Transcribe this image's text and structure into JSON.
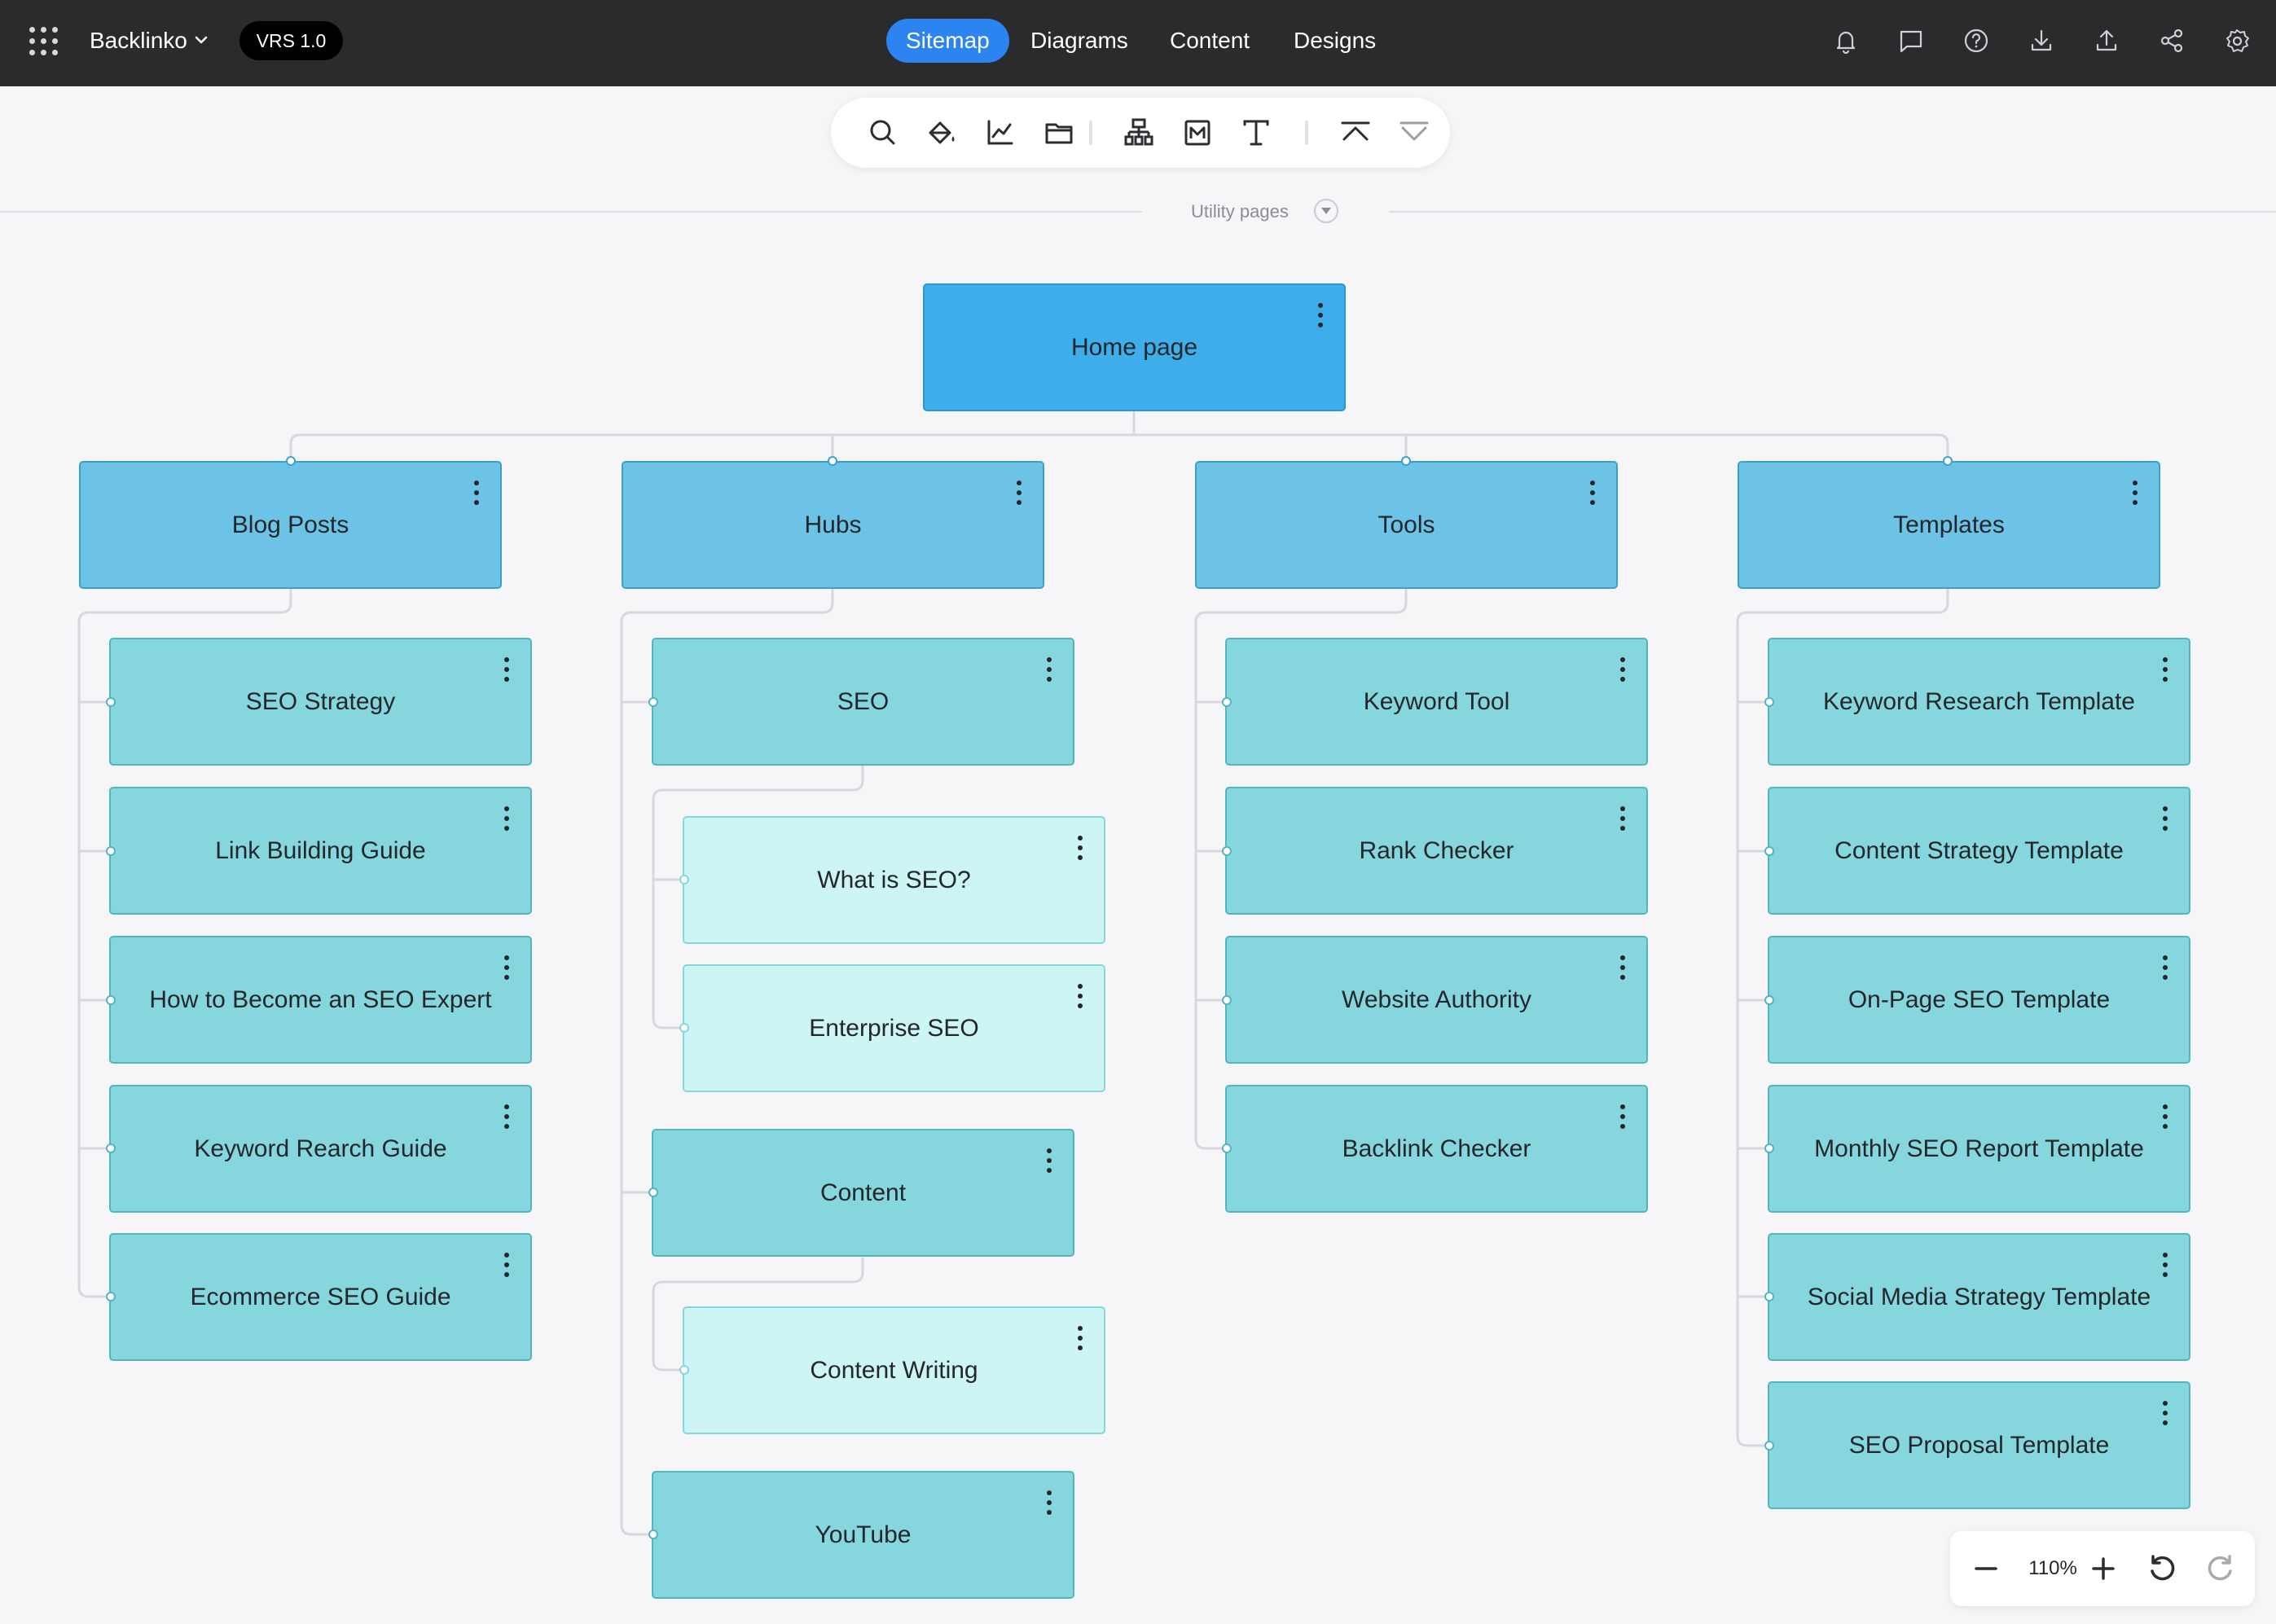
{
  "header": {
    "project_name": "Backlinko",
    "version_badge": "VRS 1.0",
    "tabs": [
      {
        "label": "Sitemap",
        "active": true
      },
      {
        "label": "Diagrams",
        "active": false
      },
      {
        "label": "Content",
        "active": false
      },
      {
        "label": "Designs",
        "active": false
      }
    ],
    "icons": [
      "bell-icon",
      "comment-icon",
      "help-icon",
      "download-icon",
      "upload-icon",
      "share-icon",
      "settings-icon"
    ]
  },
  "toolbar": {
    "tools": [
      "search-icon",
      "paint-bucket-icon",
      "chart-icon",
      "folder-icon",
      "sitemap-icon",
      "markdown-icon",
      "text-icon",
      "collapse-up-icon",
      "expand-down-icon"
    ]
  },
  "utility": {
    "label": "Utility pages"
  },
  "sitemap": {
    "root": "Home page",
    "sections": [
      {
        "label": "Blog Posts",
        "children": [
          {
            "label": "SEO Strategy"
          },
          {
            "label": "Link Building Guide"
          },
          {
            "label": "How to Become an SEO Expert"
          },
          {
            "label": "Keyword Rearch Guide"
          },
          {
            "label": "Ecommerce SEO Guide"
          }
        ]
      },
      {
        "label": "Hubs",
        "children": [
          {
            "label": "SEO",
            "children": [
              {
                "label": "What is SEO?"
              },
              {
                "label": "Enterprise SEO"
              }
            ]
          },
          {
            "label": "Content",
            "children": [
              {
                "label": "Content Writing"
              }
            ]
          },
          {
            "label": "YouTube"
          }
        ]
      },
      {
        "label": "Tools",
        "children": [
          {
            "label": "Keyword Tool"
          },
          {
            "label": "Rank Checker"
          },
          {
            "label": "Website Authority"
          },
          {
            "label": "Backlink Checker"
          }
        ]
      },
      {
        "label": "Templates",
        "children": [
          {
            "label": "Keyword Research Template"
          },
          {
            "label": "Content Strategy Template"
          },
          {
            "label": "On-Page SEO Template"
          },
          {
            "label": "Monthly SEO Report Template"
          },
          {
            "label": "Social Media Strategy Template"
          },
          {
            "label": "SEO Proposal Template"
          }
        ]
      }
    ]
  },
  "zoom": {
    "level": "110%"
  },
  "colors": {
    "topbar": "#2a2b2d",
    "accent": "#2c84f0",
    "root_card": "#3daee9",
    "section_card": "#6cc3e6",
    "page_card": "#86d6dd",
    "subpage_card": "#cdf5f4"
  }
}
